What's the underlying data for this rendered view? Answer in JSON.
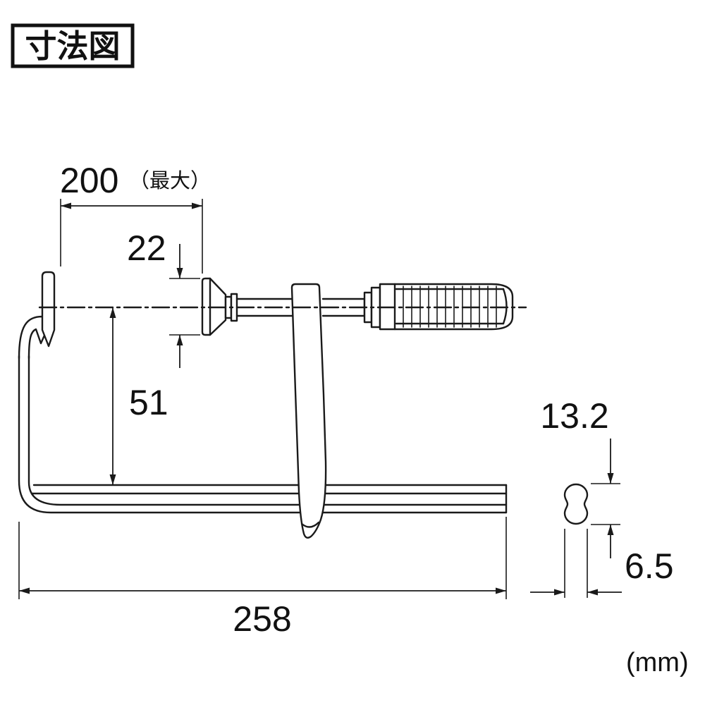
{
  "title": "寸法図",
  "unit_label": "(mm)",
  "dimensions": {
    "max_opening": "200",
    "max_opening_note": "（最大）",
    "pad_height": "22",
    "throat_depth": "51",
    "overall_length": "258",
    "section_height": "13.2",
    "section_width": "6.5"
  },
  "colors": {
    "line": "#1a1a1a",
    "background": "#ffffff"
  }
}
